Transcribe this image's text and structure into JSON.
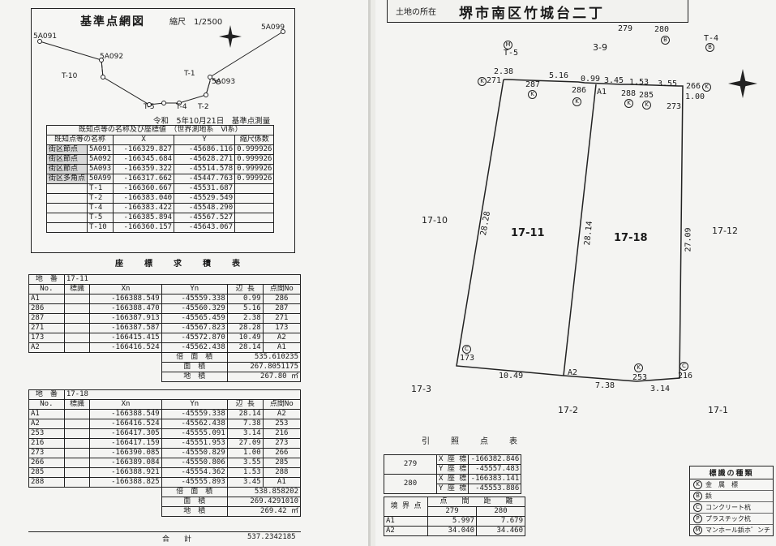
{
  "network": {
    "title": "基準点網図",
    "scale": "縮尺　1/2500",
    "survey_date": "令和　5年10月21日　基準点測量",
    "points": [
      "5A091",
      "5A092",
      "T-10",
      "T-1",
      "5A093",
      "T-5",
      "T-4",
      "T-2",
      "5A099"
    ]
  },
  "control_table": {
    "title": "既知点等の名称及び座標値　（世界測地系　Ⅵ系）",
    "headers": [
      "既知点等の名称",
      "X",
      "Y",
      "縮尺係数"
    ],
    "rows": [
      [
        "街区節点",
        "5A091",
        "-166329.827",
        "-45686.116",
        "0.999926"
      ],
      [
        "街区節点",
        "5A092",
        "-166345.684",
        "-45628.271",
        "0.999926"
      ],
      [
        "街区節点",
        "5A093",
        "-166359.322",
        "-45514.578",
        "0.999926"
      ],
      [
        "街区多角点",
        "50A99",
        "-166317.662",
        "-45447.763",
        "0.999926"
      ],
      [
        "",
        "T-1",
        "-166360.667",
        "-45531.687",
        ""
      ],
      [
        "",
        "T-2",
        "-166383.040",
        "-45529.549",
        ""
      ],
      [
        "",
        "T-4",
        "-166383.422",
        "-45548.290",
        ""
      ],
      [
        "",
        "T-5",
        "-166385.894",
        "-45567.527",
        ""
      ],
      [
        "",
        "T-10",
        "-166360.157",
        "-45643.067",
        ""
      ]
    ]
  },
  "calc_title": "座　標　求　積　表",
  "lot1": {
    "label": "地　番",
    "number": "17-11",
    "headers": [
      "No.",
      "標識",
      "Xn",
      "Yn",
      "辺 長",
      "点間No"
    ],
    "rows": [
      [
        "A1",
        "",
        "-166388.549",
        "-45559.338",
        "0.99",
        "286"
      ],
      [
        "286",
        "",
        "-166388.470",
        "-45560.329",
        "5.16",
        "287"
      ],
      [
        "287",
        "",
        "-166387.913",
        "-45565.459",
        "2.38",
        "271"
      ],
      [
        "271",
        "",
        "-166387.587",
        "-45567.823",
        "28.28",
        "173"
      ],
      [
        "173",
        "",
        "-166415.415",
        "-45572.870",
        "10.49",
        "A2"
      ],
      [
        "A2",
        "",
        "-166416.524",
        "-45562.438",
        "28.14",
        "A1"
      ]
    ],
    "double_area_label": "倍　面　積",
    "double_area": "535.610235",
    "area_label": "面　積",
    "area": "267.8051175",
    "land_area_label": "地　積",
    "land_area": "267.80",
    "unit": "㎡"
  },
  "lot2": {
    "label": "地　番",
    "number": "17-18",
    "headers": [
      "No.",
      "標識",
      "Xn",
      "Yn",
      "辺 長",
      "点間No"
    ],
    "rows": [
      [
        "A1",
        "",
        "-166388.549",
        "-45559.338",
        "28.14",
        "A2"
      ],
      [
        "A2",
        "",
        "-166416.524",
        "-45562.438",
        "7.38",
        "253"
      ],
      [
        "253",
        "",
        "-166417.305",
        "-45555.091",
        "3.14",
        "216"
      ],
      [
        "216",
        "",
        "-166417.159",
        "-45551.953",
        "27.09",
        "273"
      ],
      [
        "273",
        "",
        "-166390.085",
        "-45550.829",
        "1.00",
        "266"
      ],
      [
        "266",
        "",
        "-166389.084",
        "-45550.806",
        "3.55",
        "285"
      ],
      [
        "285",
        "",
        "-166388.921",
        "-45554.362",
        "1.53",
        "288"
      ],
      [
        "288",
        "",
        "-166388.825",
        "-45555.893",
        "3.45",
        "A1"
      ]
    ],
    "double_area_label": "倍　面　積",
    "double_area": "538.858202",
    "area_label": "面　積",
    "area": "269.4291010",
    "land_area_label": "地　積",
    "land_area": "269.42",
    "unit": "㎡"
  },
  "total": {
    "label": "合　　計",
    "value": "537.2342185"
  },
  "address": {
    "label": "土地の所在",
    "value": "堺市南区竹城台二丁"
  },
  "plan": {
    "lots": {
      "a": "17-11",
      "b": "17-18"
    },
    "neighbors": [
      "17-10",
      "17-12",
      "17-3",
      "17-2",
      "17-1",
      "3-9"
    ],
    "distances": [
      "2.38",
      "5.16",
      "0.99",
      "3.45",
      "1.53",
      "3.55",
      "1.00",
      "28.28",
      "28.14",
      "27.09",
      "10.49",
      "7.38",
      "3.14"
    ],
    "points": [
      "271",
      "287",
      "286",
      "A1",
      "288",
      "285",
      "266",
      "273",
      "173",
      "A2",
      "253",
      "216",
      "T-5",
      "279",
      "280",
      "T-4"
    ]
  },
  "reference": {
    "title": "引　照　点　表",
    "rows": [
      [
        "279",
        "X 座 標",
        "-166382.846"
      ],
      [
        "",
        "Y 座 標",
        "-45557.483"
      ],
      [
        "280",
        "X 座 標",
        "-166383.141"
      ],
      [
        "",
        "Y 座 標",
        "-45553.886"
      ]
    ],
    "dist_headers": [
      "境 界 点",
      "279",
      "280"
    ],
    "dist_caption": "点　　間　　距　　離",
    "dist_rows": [
      [
        "A1",
        "5.997",
        "7.679"
      ],
      [
        "A2",
        "34.040",
        "34.460"
      ]
    ]
  },
  "legend": {
    "title": "標識の種類",
    "items": [
      {
        "mark": "K",
        "label": "金　属　標"
      },
      {
        "mark": "B",
        "label": "鋲"
      },
      {
        "mark": "C",
        "label": "コンクリート杭"
      },
      {
        "mark": "P",
        "label": "プラスチック杭"
      },
      {
        "mark": "M",
        "label": "マンホール鋲ホ゛ンチ"
      }
    ]
  }
}
